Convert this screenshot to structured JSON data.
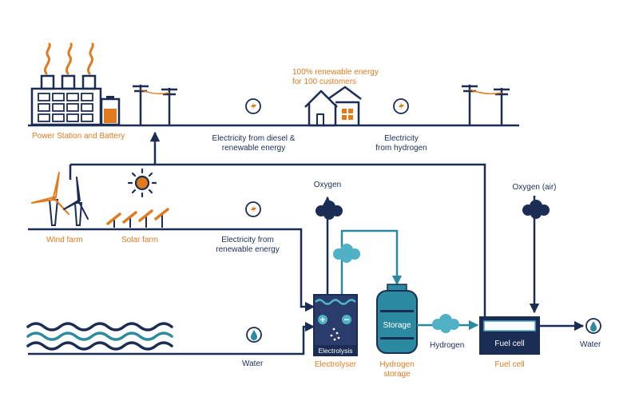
{
  "labels": {
    "power_station": "Power Station and Battery",
    "renewable_energy_line1": "100% renewable energy",
    "renewable_energy_line2": "for 100 customers",
    "diesel_line1": "Electricity from diesel &",
    "diesel_line2": "renewable energy",
    "hydrogen_elec_line1": "Electricity",
    "hydrogen_elec_line2": "from hydrogen",
    "wind_farm": "Wind farm",
    "solar_farm": "Solar farm",
    "renewable_elec_line1": "Electricity from",
    "renewable_elec_line2": "renewable energy",
    "oxygen": "Oxygen",
    "oxygen_air": "Oxygen (air)",
    "water_in": "Water",
    "electrolyser": "Electrolyser",
    "electrolysis": "Electrolysis",
    "storage": "Storage",
    "hydrogen_storage_line1": "Hydrogen",
    "hydrogen_storage_line2": "storage",
    "hydrogen": "Hydrogen",
    "fuel_cell_inner": "Fuel cell",
    "fuel_cell": "Fuel cell",
    "water_out": "Water"
  },
  "colors": {
    "navy": "#1b2d55",
    "orange": "#e07b1f",
    "teal": "#2b8aa0",
    "light_teal": "#4fb1c3",
    "dark_blue": "#2a3c6b"
  },
  "icons": [
    "smoke-icon",
    "factory-icon",
    "battery-icon",
    "power-pylon-icon",
    "house-icon",
    "lightning-icon",
    "wind-turbine-icon",
    "sun-icon",
    "solar-panel-icon",
    "cloud-icon",
    "water-drop-icon",
    "waves-icon"
  ]
}
